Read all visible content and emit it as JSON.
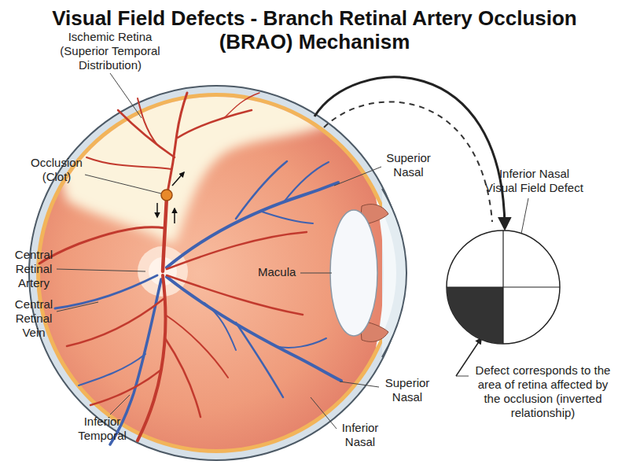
{
  "diagram": {
    "title": "Visual Field Defects - Branch Retinal Artery Occlusion (BRAO) Mechanism",
    "labels": [
      "Ischemic Retina (Superior Temporal Distribution)",
      "Occlusion (Clot)",
      "Superior Nasal",
      "Inferior Nasal Visual Field Defect",
      "Central Retinal Artery",
      "Macula",
      "Central Retinal Vein",
      "Superior Nasal",
      "Defect corresponds to the area of retina affected by the occlusion (inverted relationship)",
      "Inferior Temporal",
      "Inferior Nasal"
    ]
  }
}
